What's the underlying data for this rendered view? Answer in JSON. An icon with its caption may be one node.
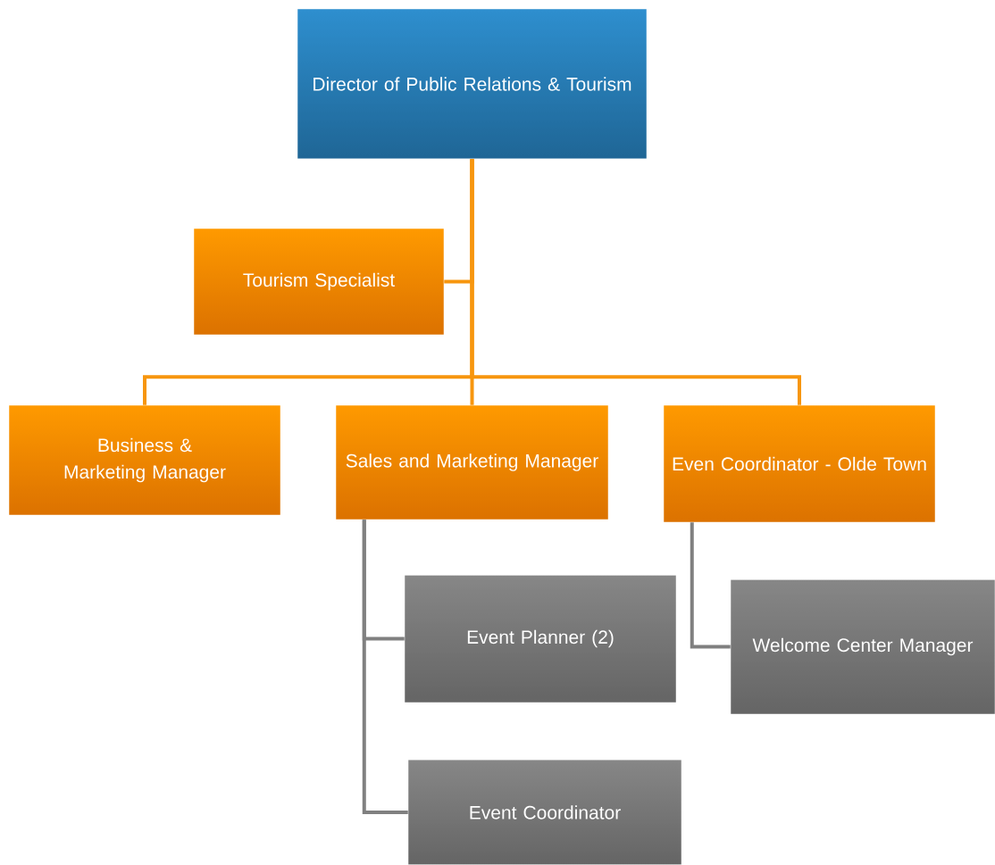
{
  "diagram": {
    "nodes": [
      {
        "text": [
          "Director of Public Relations & Tourism"
        ]
      },
      {
        "text": [
          "Tourism Specialist"
        ]
      },
      {
        "text": [
          "Business & Marketing Manager"
        ]
      },
      {
        "text": [
          "Sales and Marketing Manager"
        ]
      },
      {
        "text": [
          "Even Coordinator - Olde Town"
        ]
      },
      {
        "text": [
          "Event Planner (2)"
        ]
      },
      {
        "text": [
          "Welcome Center Manager"
        ]
      },
      {
        "text": [
          "Event Coordinator"
        ]
      }
    ],
    "edges": [
      {
        "from": 0,
        "to": 1,
        "arrow": "none"
      },
      {
        "from": 0,
        "to": 2,
        "arrow": "none"
      },
      {
        "from": 0,
        "to": 3,
        "arrow": "none"
      },
      {
        "from": 0,
        "to": 4,
        "arrow": "none"
      },
      {
        "from": 3,
        "to": 5,
        "arrow": "none",
        "color": "#808080"
      },
      {
        "from": 3,
        "to": 7,
        "arrow": "none",
        "color": "#808080"
      },
      {
        "from": 4,
        "to": 6,
        "arrow": "none",
        "color": "#808080"
      }
    ]
  }
}
